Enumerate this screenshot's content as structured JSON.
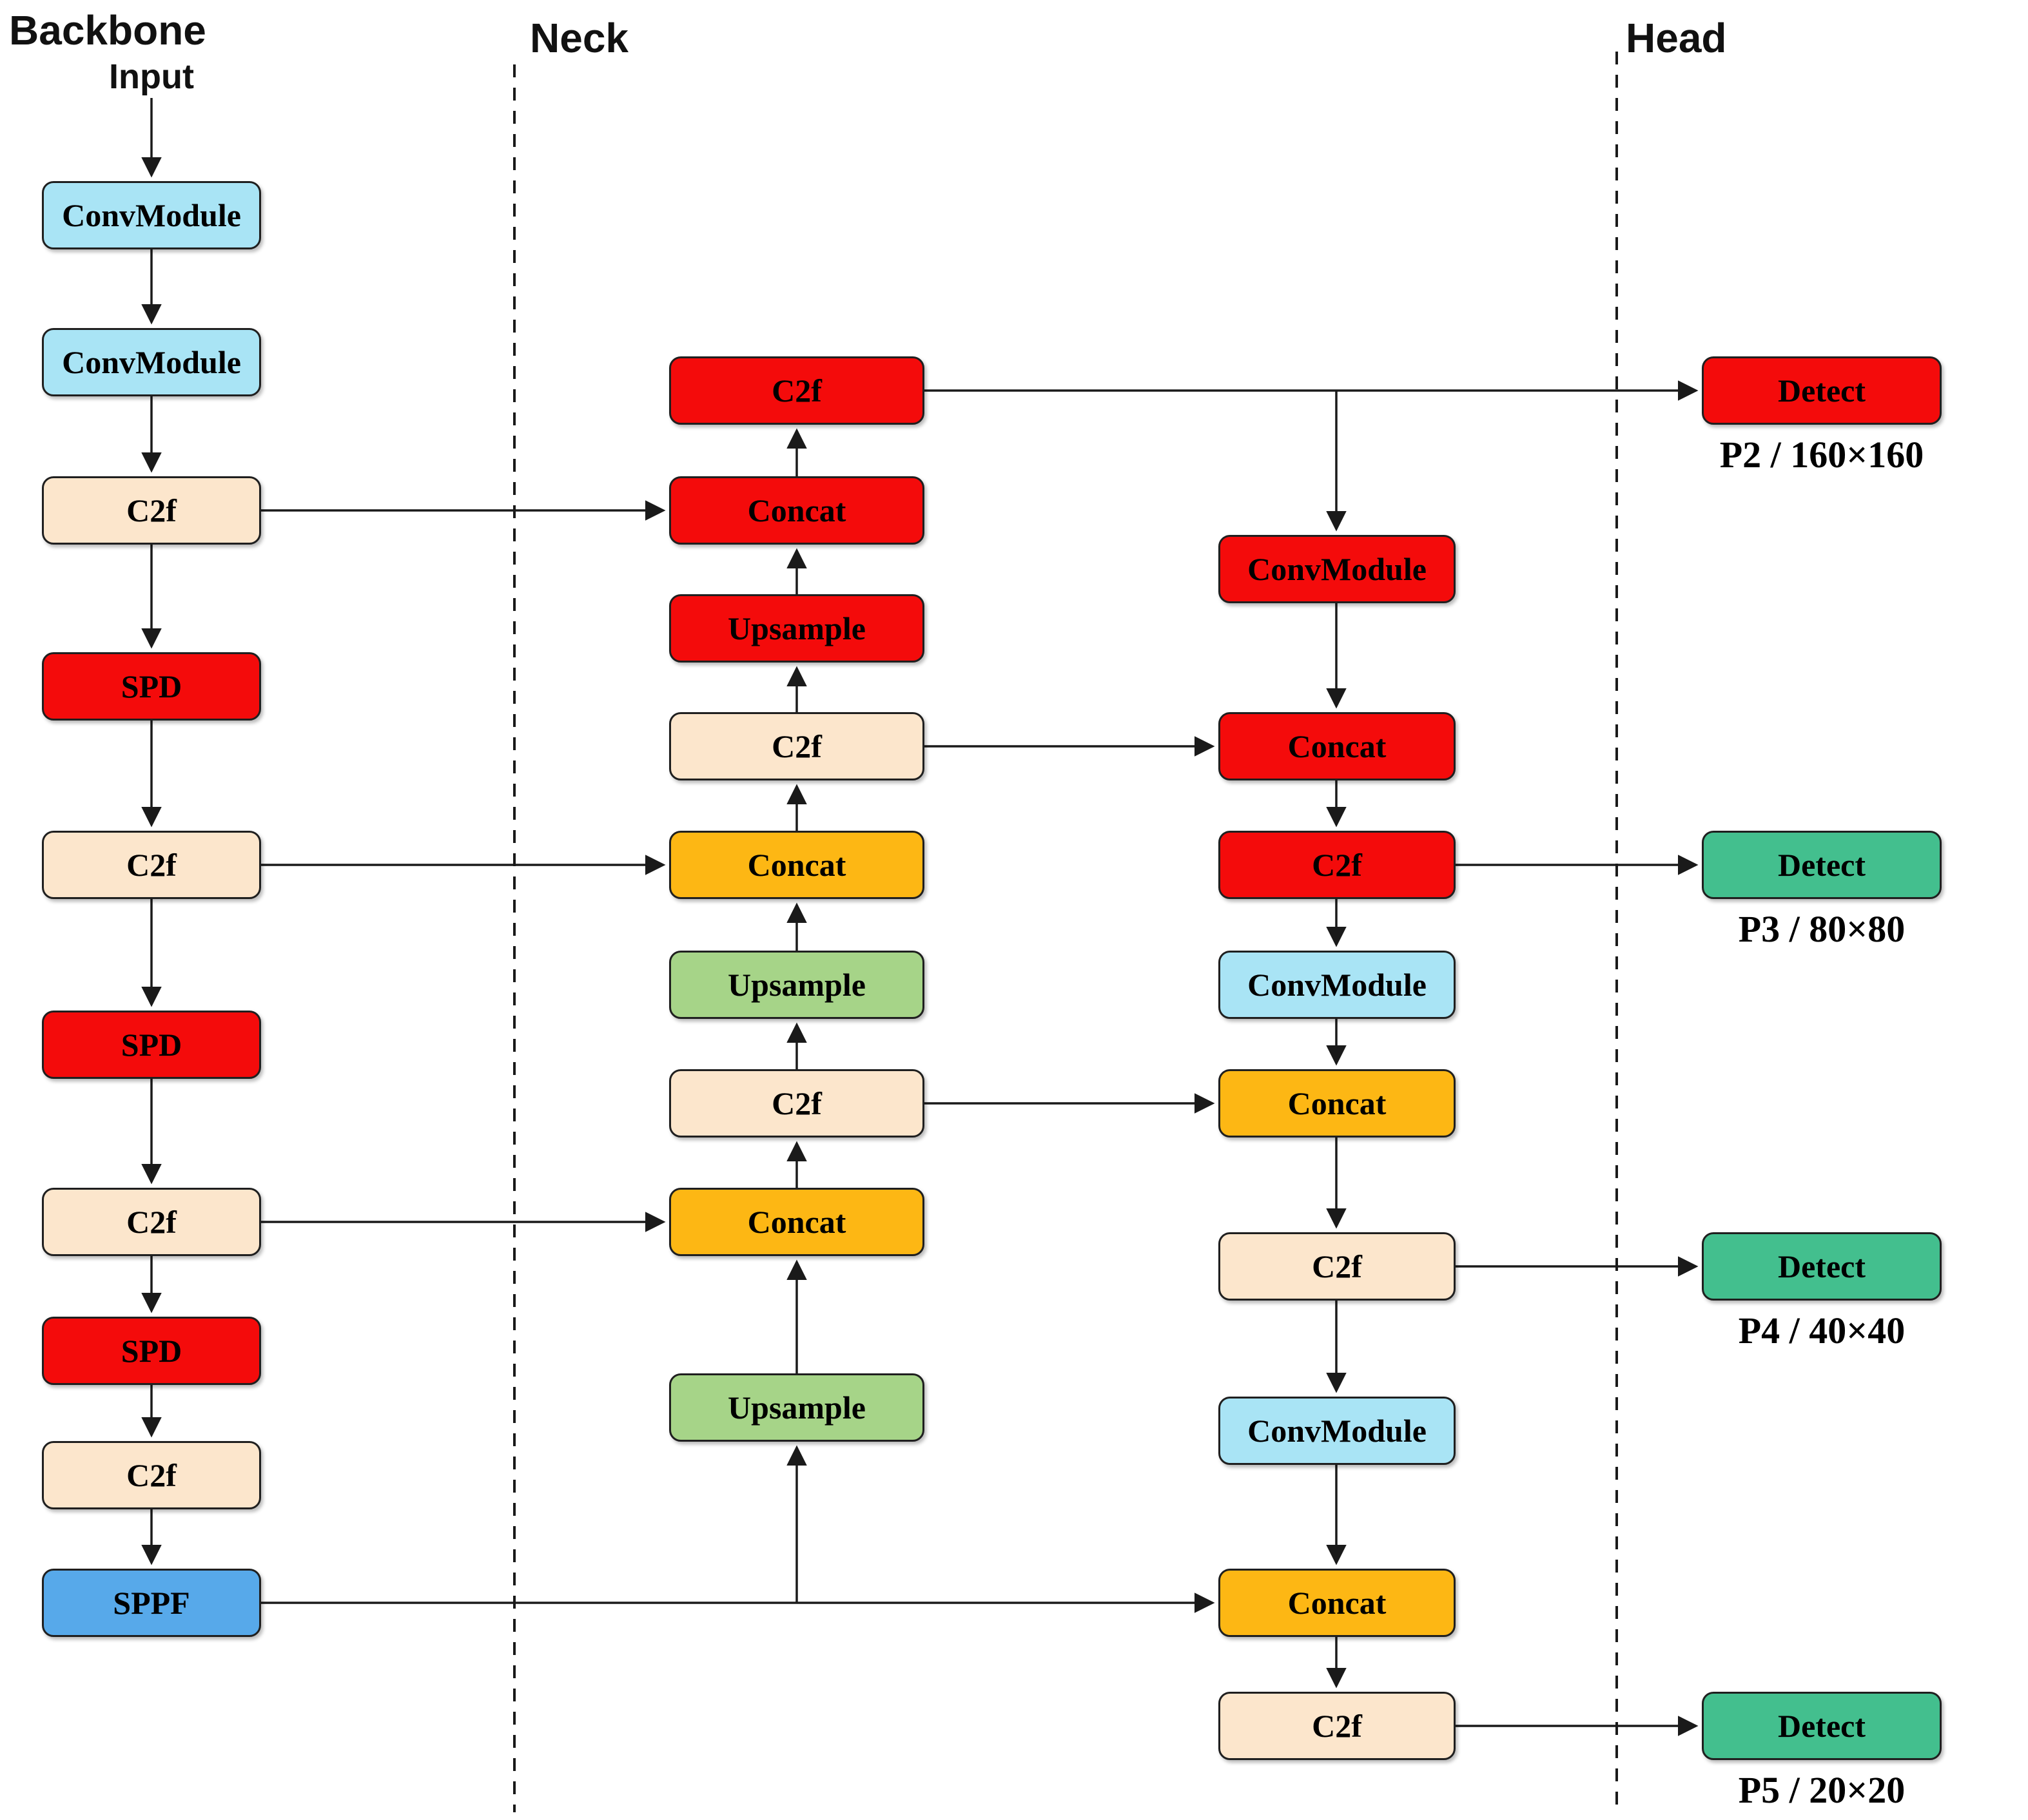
{
  "diagram": {
    "sections": {
      "backbone": "Backbone",
      "neck": "Neck",
      "head": "Head"
    },
    "input_label": "Input",
    "backbone": {
      "nodes": [
        {
          "label": "ConvModule"
        },
        {
          "label": "ConvModule"
        },
        {
          "label": "C2f"
        },
        {
          "label": "SPD"
        },
        {
          "label": "C2f"
        },
        {
          "label": "SPD"
        },
        {
          "label": "C2f"
        },
        {
          "label": "SPD"
        },
        {
          "label": "C2f"
        },
        {
          "label": "SPPF"
        }
      ]
    },
    "neck_fpn": {
      "nodes": [
        {
          "label": "C2f"
        },
        {
          "label": "Concat"
        },
        {
          "label": "Upsample"
        },
        {
          "label": "C2f"
        },
        {
          "label": "Concat"
        },
        {
          "label": "Upsample"
        },
        {
          "label": "C2f"
        },
        {
          "label": "Concat"
        },
        {
          "label": "Upsample"
        }
      ]
    },
    "neck_pan": {
      "nodes": [
        {
          "label": "ConvModule"
        },
        {
          "label": "Concat"
        },
        {
          "label": "C2f"
        },
        {
          "label": "ConvModule"
        },
        {
          "label": "Concat"
        },
        {
          "label": "C2f"
        },
        {
          "label": "ConvModule"
        },
        {
          "label": "Concat"
        },
        {
          "label": "C2f"
        }
      ]
    },
    "head": {
      "detects": [
        {
          "label": "Detect",
          "scale": "P2 / 160×160"
        },
        {
          "label": "Detect",
          "scale": "P3 / 80×80"
        },
        {
          "label": "Detect",
          "scale": "P4 / 40×40"
        },
        {
          "label": "Detect",
          "scale": "P5 / 20×20"
        }
      ]
    },
    "colors": {
      "conv_module_light": "#a9e4f5",
      "c2f_peach": "#fce6cc",
      "highlight_red": "#f40b0b",
      "concat_orange": "#fdb714",
      "upsample_green": "#a6d488",
      "sppf_blue": "#57a9ea",
      "detect_teal": "#43bf8e"
    }
  }
}
